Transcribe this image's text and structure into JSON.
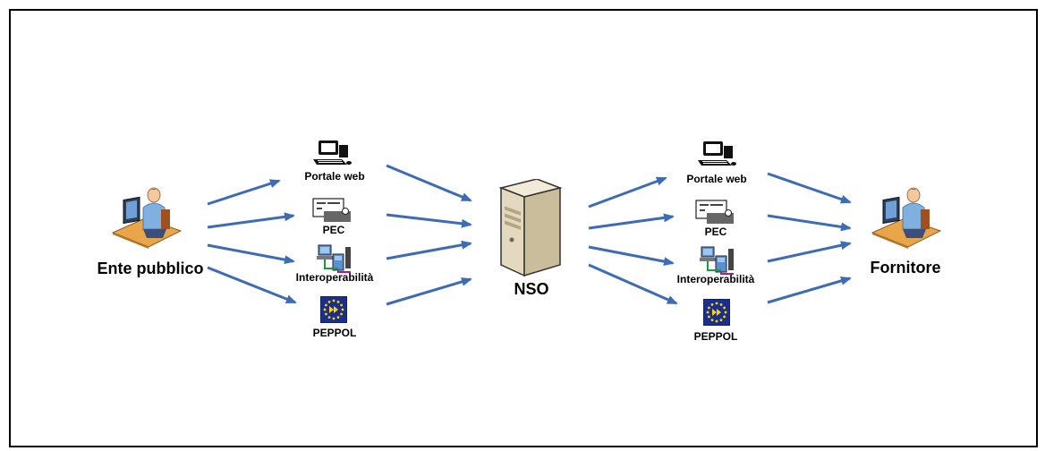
{
  "colors": {
    "arrow": "#3d6cb5",
    "frame": "#000000"
  },
  "left_actor": {
    "label": "Ente pubblico",
    "icon": "person-at-computer-icon"
  },
  "right_actor": {
    "label": "Fornitore",
    "icon": "person-at-computer-icon"
  },
  "hub": {
    "label": "NSO",
    "icon": "server-tower-icon"
  },
  "left_channels": [
    {
      "label": "Portale web",
      "icon": "web-portal-computer-icon"
    },
    {
      "label": "PEC",
      "icon": "certified-email-icon"
    },
    {
      "label": "Interoperabilità",
      "icon": "network-computers-icon"
    },
    {
      "label": "PEPPOL",
      "icon": "eu-flag-icon"
    }
  ],
  "right_channels": [
    {
      "label": "Portale web",
      "icon": "web-portal-computer-icon"
    },
    {
      "label": "PEC",
      "icon": "certified-email-icon"
    },
    {
      "label": "Interoperabilità",
      "icon": "network-computers-icon"
    },
    {
      "label": "PEPPOL",
      "icon": "eu-flag-icon"
    }
  ]
}
